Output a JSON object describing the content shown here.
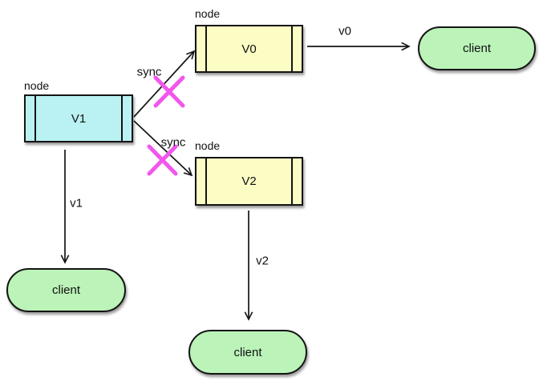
{
  "colors": {
    "node-cyan": "#baf1f2",
    "node-yellow": "#fcfcc5",
    "client-green": "#bbf3b8",
    "cross-magenta": "#f256ec",
    "line-black": "#141414"
  },
  "nodes": [
    {
      "id": "V1",
      "caption": "node",
      "label": "V1",
      "fill": "#baf1f2"
    },
    {
      "id": "V0",
      "caption": "node",
      "label": "V0",
      "fill": "#fcfcc5"
    },
    {
      "id": "V2",
      "caption": "node",
      "label": "V2",
      "fill": "#fcfcc5"
    }
  ],
  "clients": [
    {
      "id": "client-of-v0",
      "label": "client"
    },
    {
      "id": "client-of-v1",
      "label": "client"
    },
    {
      "id": "client-of-v2",
      "label": "client"
    }
  ],
  "edges": [
    {
      "from": "V1",
      "to": "V0",
      "label": "sync",
      "crossed_out": true
    },
    {
      "from": "V1",
      "to": "V2",
      "label": "sync",
      "crossed_out": true
    },
    {
      "from": "V0",
      "to": "client",
      "label": "v0",
      "crossed_out": false
    },
    {
      "from": "V1",
      "to": "client",
      "label": "v1",
      "crossed_out": false
    },
    {
      "from": "V2",
      "to": "client",
      "label": "v2",
      "crossed_out": false
    }
  ]
}
